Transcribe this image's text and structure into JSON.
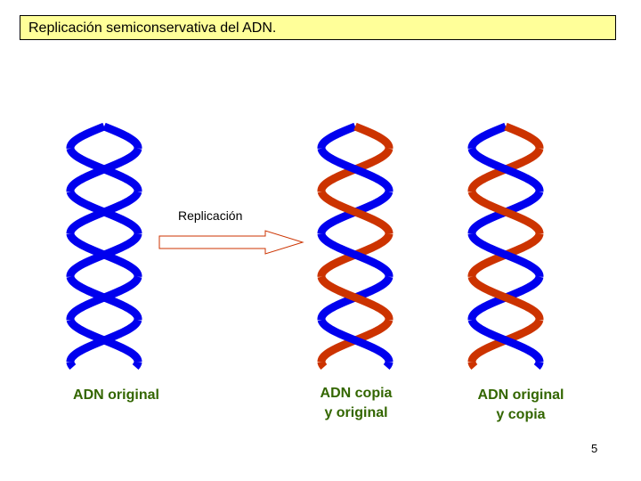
{
  "title": "Replicación semiconservativa del ADN.",
  "arrow_label": "Replicación",
  "captions": {
    "original": "ADN original",
    "copy_original": [
      "ADN copia",
      "y original"
    ],
    "original_copy": [
      "ADN original",
      "y copia"
    ]
  },
  "page_number": "5",
  "colors": {
    "original_strand": "#0000ee",
    "copy_strand": "#cc3300",
    "title_background": "#ffff99",
    "caption_text": "#336600"
  }
}
